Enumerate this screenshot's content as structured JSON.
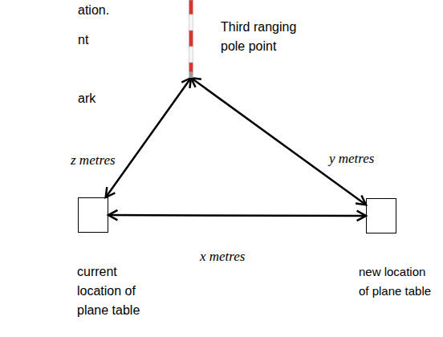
{
  "diagram": {
    "nodes": [
      {
        "text": [
          "Third ranging pole point"
        ]
      },
      {
        "text": [
          "current location of plane table"
        ]
      },
      {
        "text": [
          "new location of plane table"
        ]
      }
    ],
    "edges": [
      {
        "from": 1,
        "to": 2,
        "arrow": "both",
        "label": "x metres"
      },
      {
        "from": 1,
        "to": 0,
        "arrow": "both",
        "label": "z metres"
      },
      {
        "from": 0,
        "to": 2,
        "arrow": "both",
        "label": "y metres"
      }
    ],
    "labels": [
      "ation.",
      "nt",
      "ark"
    ]
  }
}
